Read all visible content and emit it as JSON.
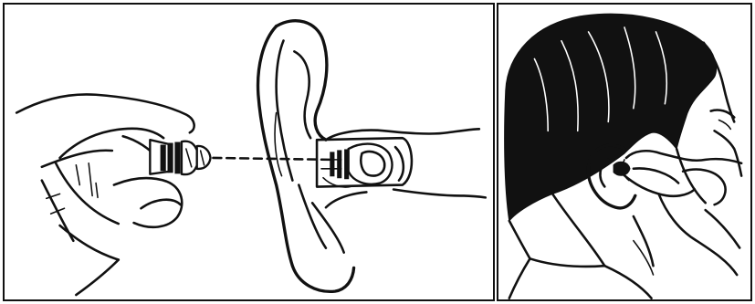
{
  "figure": {
    "panels": [
      {
        "id": "left",
        "depicts": "hand-holding-earplug-inserted-into-ear"
      },
      {
        "id": "right",
        "depicts": "man-inserting-earplug-into-ear"
      }
    ],
    "ink_color": "#111111",
    "paper_color": "#ffffff"
  }
}
